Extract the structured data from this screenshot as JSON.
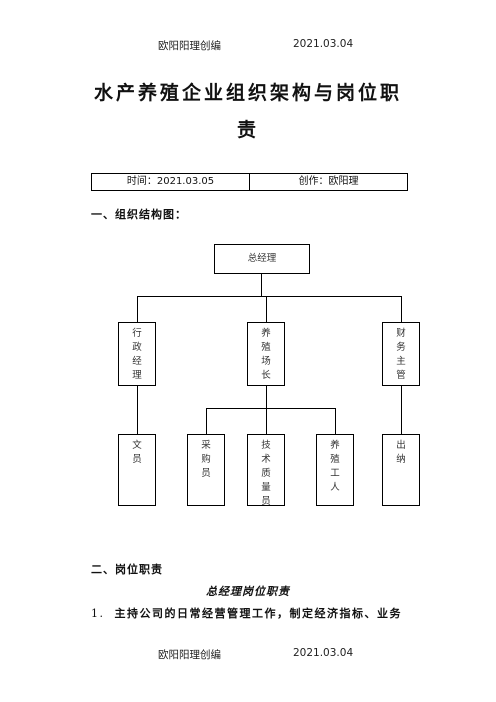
{
  "header": {
    "left": "欧阳阳理创编",
    "right": "2021.03.04"
  },
  "title": {
    "line1": "水产养殖企业组织架构与岗位职",
    "line2": "责"
  },
  "meta": {
    "time": "时间：2021.03.05",
    "author": "创作：欧阳理"
  },
  "section1": "一、组织结构图：",
  "org": {
    "root": "总经理",
    "level2": [
      "行政经理",
      "养殖场长",
      "财务主管"
    ],
    "level3": [
      "文员",
      "采购员",
      "技术质量员",
      "养殖工人",
      "出纳"
    ]
  },
  "section2": "二、岗位职责",
  "subtitle": "总经理岗位职责",
  "item1": {
    "num": "1.",
    "text": "主持公司的日常经营管理工作，制定经济指标、业务"
  },
  "footer": {
    "left": "欧阳阳理创编",
    "right": "2021.03.04"
  }
}
